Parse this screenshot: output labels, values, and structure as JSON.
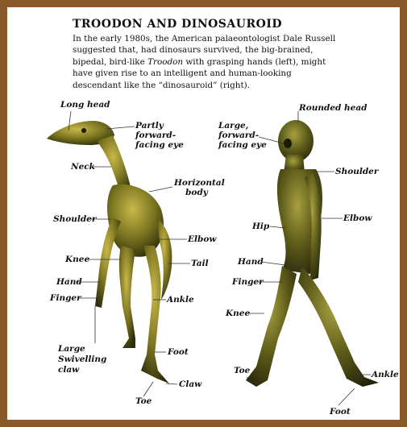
{
  "title": "TROODON AND DINOSAUROID",
  "intro": {
    "part1": "In the early 1980s, the American palaeontologist Dale Russell suggested that, had dinosaurs survived, the big-brained, bipedal, bird-like ",
    "troodon": "Troodon",
    "part2": " with grasping hands (left), might have given rise to an intelligent and human-looking descendant like the “dinosauroid” (right)."
  },
  "troodon_labels": {
    "long_head": "Long head",
    "eye": "Partly forward-facing eye",
    "neck": "Neck",
    "body": "Horizontal body",
    "shoulder": "Shoulder",
    "elbow": "Elbow",
    "knee": "Knee",
    "tail": "Tail",
    "hand": "Hand",
    "ankle": "Ankle",
    "finger": "Finger",
    "claw_large": "Large Swivelling claw",
    "foot": "Foot",
    "claw": "Claw",
    "toe": "Toe"
  },
  "dinosauroid_labels": {
    "head": "Rounded head",
    "eye": "Large, forward-facing eye",
    "shoulder": "Shoulder",
    "hip": "Hip",
    "elbow": "Elbow",
    "hand": "Hand",
    "finger": "Finger",
    "knee": "Knee",
    "toe": "Toe",
    "ankle": "Ankle",
    "foot": "Foot"
  },
  "colors": {
    "frame": "#8a5a2b",
    "skin_dark": "#3d3a12",
    "skin_mid": "#6b6a1c",
    "skin_light": "#b6a53a"
  }
}
